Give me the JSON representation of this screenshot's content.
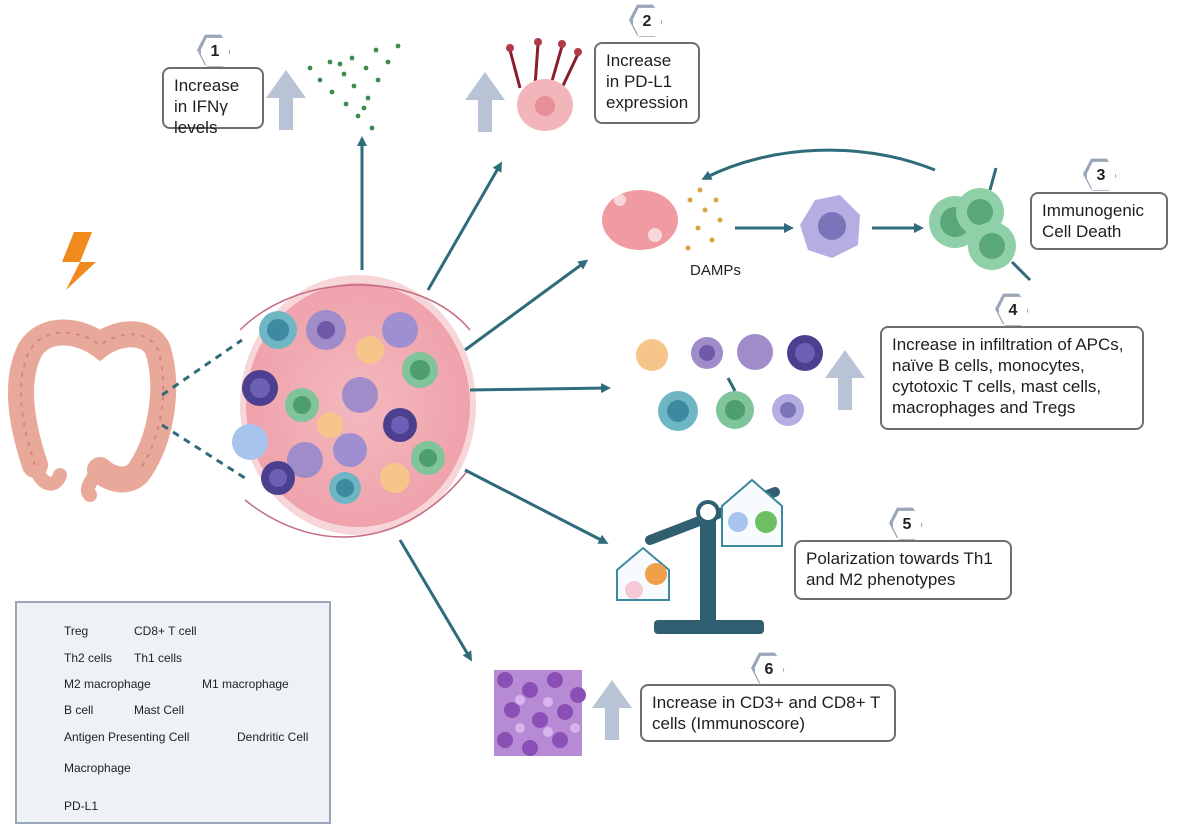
{
  "steps": [
    {
      "number": "1",
      "text": "Increase in IFNγ levels"
    },
    {
      "number": "2",
      "text": "Increase in PD-L1 expression"
    },
    {
      "number": "3",
      "text": "Immunogenic Cell Death"
    },
    {
      "number": "4",
      "text": "Increase in infiltration of APCs, naïve B cells, monocytes, cytotoxic T cells, mast cells, macrophages and Tregs"
    },
    {
      "number": "5",
      "text": "Polarization towards Th1 and M2 phenotypes"
    },
    {
      "number": "6",
      "text": "Increase in CD3+ and CD8+ T cells (Immunoscore)"
    }
  ],
  "damps_label": "DAMPs",
  "legend": {
    "items": [
      {
        "label": "Treg",
        "color": "#4b3f8f",
        "icon": "treg-icon"
      },
      {
        "label": "CD8+  T cell",
        "color": "#7fc49a",
        "icon": "cd8-t-cell-icon"
      },
      {
        "label": "Th2 cells",
        "color": "#f0a04b",
        "icon": "th2-cell-icon"
      },
      {
        "label": "Th1 cells",
        "color": "#6dbf63",
        "icon": "th1-cell-icon"
      },
      {
        "label": "M2 macrophage",
        "color": "#a7c4ee",
        "icon": "m2-macrophage-icon"
      },
      {
        "label": "M1 macrophage",
        "color": "#f6c9d6",
        "icon": "m1-macrophage-icon"
      },
      {
        "label": "B cell",
        "color": "#6fb6c4",
        "icon": "b-cell-icon"
      },
      {
        "label": "Mast Cell",
        "color": "#a08cc8",
        "icon": "mast-cell-icon"
      },
      {
        "label": "Antigen Presenting Cell",
        "color": "#f5c58a",
        "icon": "apc-icon"
      },
      {
        "label": "Dendritic Cell",
        "color": "#7b74b8",
        "icon": "dendritic-cell-icon"
      },
      {
        "label": "Macrophage",
        "color": "#9f8fd0",
        "icon": "macrophage-icon"
      },
      {
        "label": "PD-L1",
        "color": "#8b1e2e",
        "icon": "pd-l1-icon"
      }
    ]
  },
  "colors": {
    "arrow": "#2f6b7a",
    "up_arrow": "#b8c4d6",
    "tumor": "#e8727e",
    "colon": "#e9a99a",
    "lightning": "#f08a1c"
  }
}
